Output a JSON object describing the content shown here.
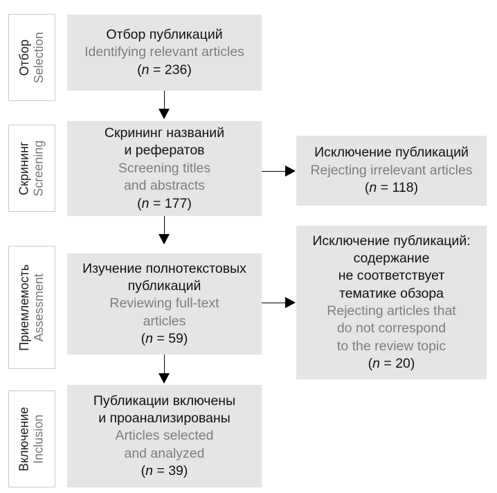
{
  "diagram": {
    "title": "PRISMA publication selection flow",
    "colors": {
      "box_fill": "#e4e5e7",
      "russian_text": "#111111",
      "english_text": "#7d7d7d",
      "label_border": "#c9c9c9",
      "arrow": "#000000",
      "background": "#ffffff"
    }
  },
  "stages": [
    {
      "label_ru": "Отбор",
      "label_en": "Selection",
      "box": {
        "ru_lines": [
          "Отбор публикаций"
        ],
        "en_lines": [
          "Identifying relevant articles"
        ],
        "count_prefix": "(",
        "count_n": "n",
        "count_eq": " = ",
        "count_value": "236",
        "count_suffix": ")"
      }
    },
    {
      "label_ru": "Скрининг",
      "label_en": "Screening",
      "box": {
        "ru_lines": [
          "Скрининг названий",
          "и рефератов"
        ],
        "en_lines": [
          "Screening titles",
          "and abstracts"
        ],
        "count_prefix": "(",
        "count_n": "n",
        "count_eq": " = ",
        "count_value": "177",
        "count_suffix": ")"
      },
      "exclusion": {
        "ru_lines": [
          "Исключение публикаций"
        ],
        "en_lines": [
          "Rejecting irrelevant articles"
        ],
        "count_prefix": "(",
        "count_n": "n",
        "count_eq": " = ",
        "count_value": "118",
        "count_suffix": ")"
      }
    },
    {
      "label_ru": "Приемлемость",
      "label_en": "Assessment",
      "box": {
        "ru_lines": [
          "Изучение полнотекстовых",
          "публикаций"
        ],
        "en_lines": [
          "Reviewing full-text",
          "articles"
        ],
        "count_prefix": "(",
        "count_n": "n",
        "count_eq": " = ",
        "count_value": "59",
        "count_suffix": ")"
      },
      "exclusion": {
        "ru_lines": [
          "Исключение публикаций:",
          "содержание",
          "не соответствует",
          "тематике обзора"
        ],
        "en_lines": [
          "Rejecting articles that",
          "do not correspond",
          "to the review topic"
        ],
        "count_prefix": "(",
        "count_n": "n",
        "count_eq": " = ",
        "count_value": "20",
        "count_suffix": ")"
      }
    },
    {
      "label_ru": "Включение",
      "label_en": "Inclusion",
      "box": {
        "ru_lines": [
          "Публикации включены",
          "и проанализированы"
        ],
        "en_lines": [
          "Articles selected",
          "and analyzed"
        ],
        "count_prefix": "(",
        "count_n": "n",
        "count_eq": " = ",
        "count_value": "39",
        "count_suffix": ")"
      }
    }
  ]
}
